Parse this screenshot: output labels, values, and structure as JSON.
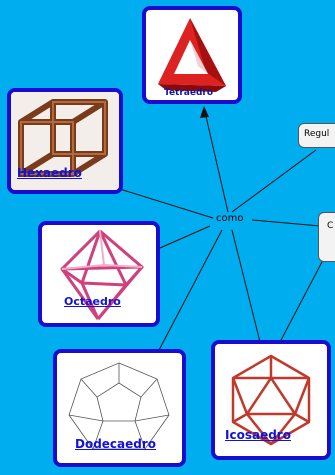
{
  "diagram": {
    "linking_phrase": "como",
    "partial_nodes": [
      "Regul",
      "C"
    ],
    "concepts": [
      {
        "id": "tetraedro",
        "label": "Tetraedro"
      },
      {
        "id": "hexaedro",
        "label": "Hexaedro"
      },
      {
        "id": "octaedro",
        "label": "Octaedro"
      },
      {
        "id": "dodecaedro",
        "label": "Dodecaedro"
      },
      {
        "id": "icosaedro",
        "label": "Icosaedro"
      }
    ],
    "colors": {
      "background": "#00adef",
      "card_border": "#1a0ccf",
      "label": "#1212d8"
    }
  }
}
